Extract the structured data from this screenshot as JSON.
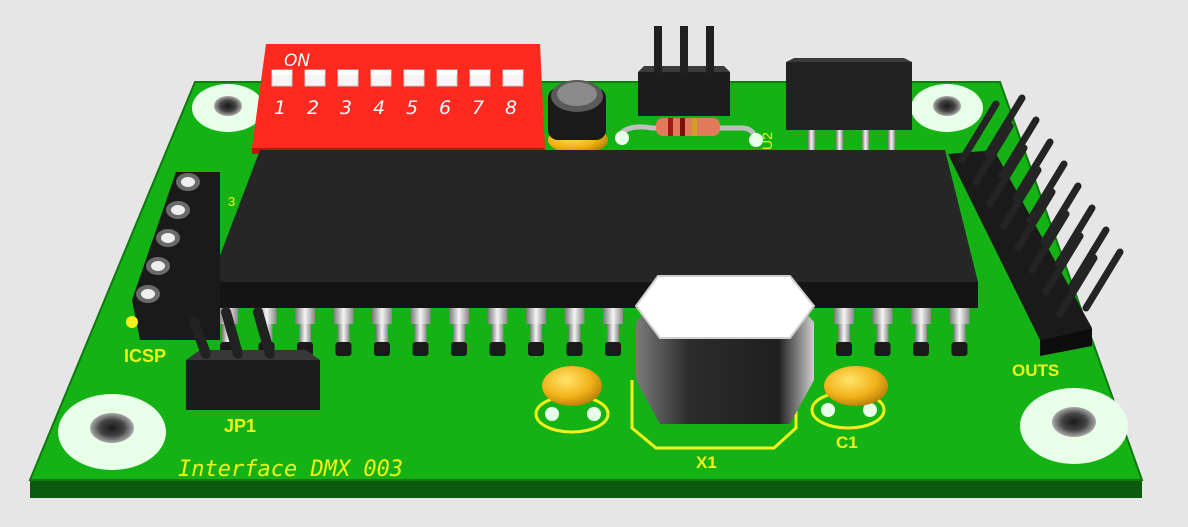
{
  "board": {
    "title": "Interface DMX 003",
    "color": "#14b014",
    "edge_color": "#0e6e10",
    "silk_color": "#f2f21a"
  },
  "labels": {
    "icsp": "ICSP",
    "jp1": "JP1",
    "x1": "X1",
    "c1": "C1",
    "outs": "OUTS",
    "u2": "U2",
    "three": "3"
  },
  "dip_switch": {
    "on_label": "ON",
    "positions": [
      "1",
      "2",
      "3",
      "4",
      "5",
      "6",
      "7",
      "8"
    ],
    "body_color": "#ff2a1f"
  },
  "components": {
    "main_ic": "40-pin DIP microcontroller",
    "crystal": "crystal oscillator",
    "regulator": "3-pin header",
    "small_ic": "8-pin DIP",
    "resistor": "axial resistor",
    "capacitors": "ceramic capacitors",
    "electrolytic": "electrolytic capacitor",
    "outs_header": "2x8 pin header",
    "icsp_header": "5-pin socket",
    "jp1_header": "3-pin header"
  }
}
